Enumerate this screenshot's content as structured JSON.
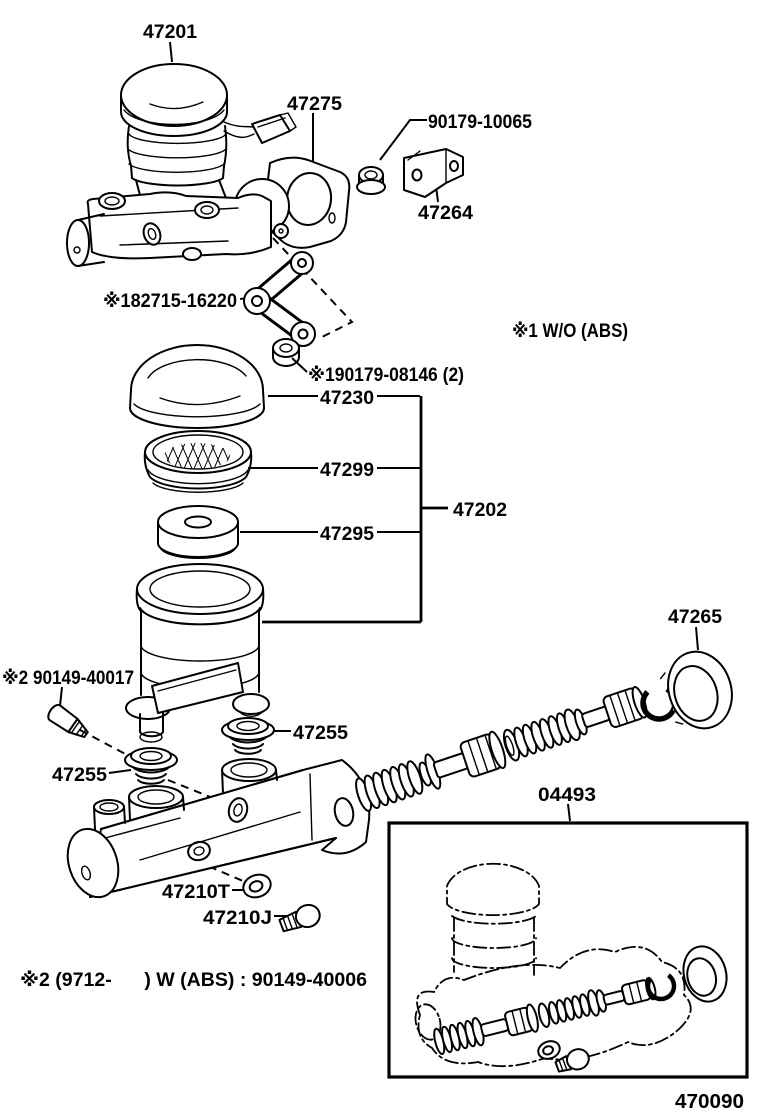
{
  "page": {
    "background": "#ffffff",
    "ink": "#000000"
  },
  "figure": {
    "code": "470090"
  },
  "notes": {
    "note1": "※1 W/O (ABS)",
    "note2": "※2 (9712-      ) W (ABS) : 90149-40006"
  },
  "parts": {
    "reservoir_assy_cap": "47201",
    "gasket": "47275",
    "bracket_nut": "90179-10065",
    "bracket": "47264",
    "clevis": "※182715-16220",
    "clevis_nut": "※190179-08146 (2)",
    "reservoir_cap": "47230",
    "strainer": "47299",
    "reservoir_assy": "47202",
    "diaphragm": "47295",
    "cylinder_seal": "47265",
    "reservoir_screw": "※2 90149-40017",
    "grommet_upper": "47255",
    "grommet_lower": "47255",
    "repair_kit": "04493",
    "outlet_washer": "47210T",
    "outlet_bolt": "47210J"
  }
}
